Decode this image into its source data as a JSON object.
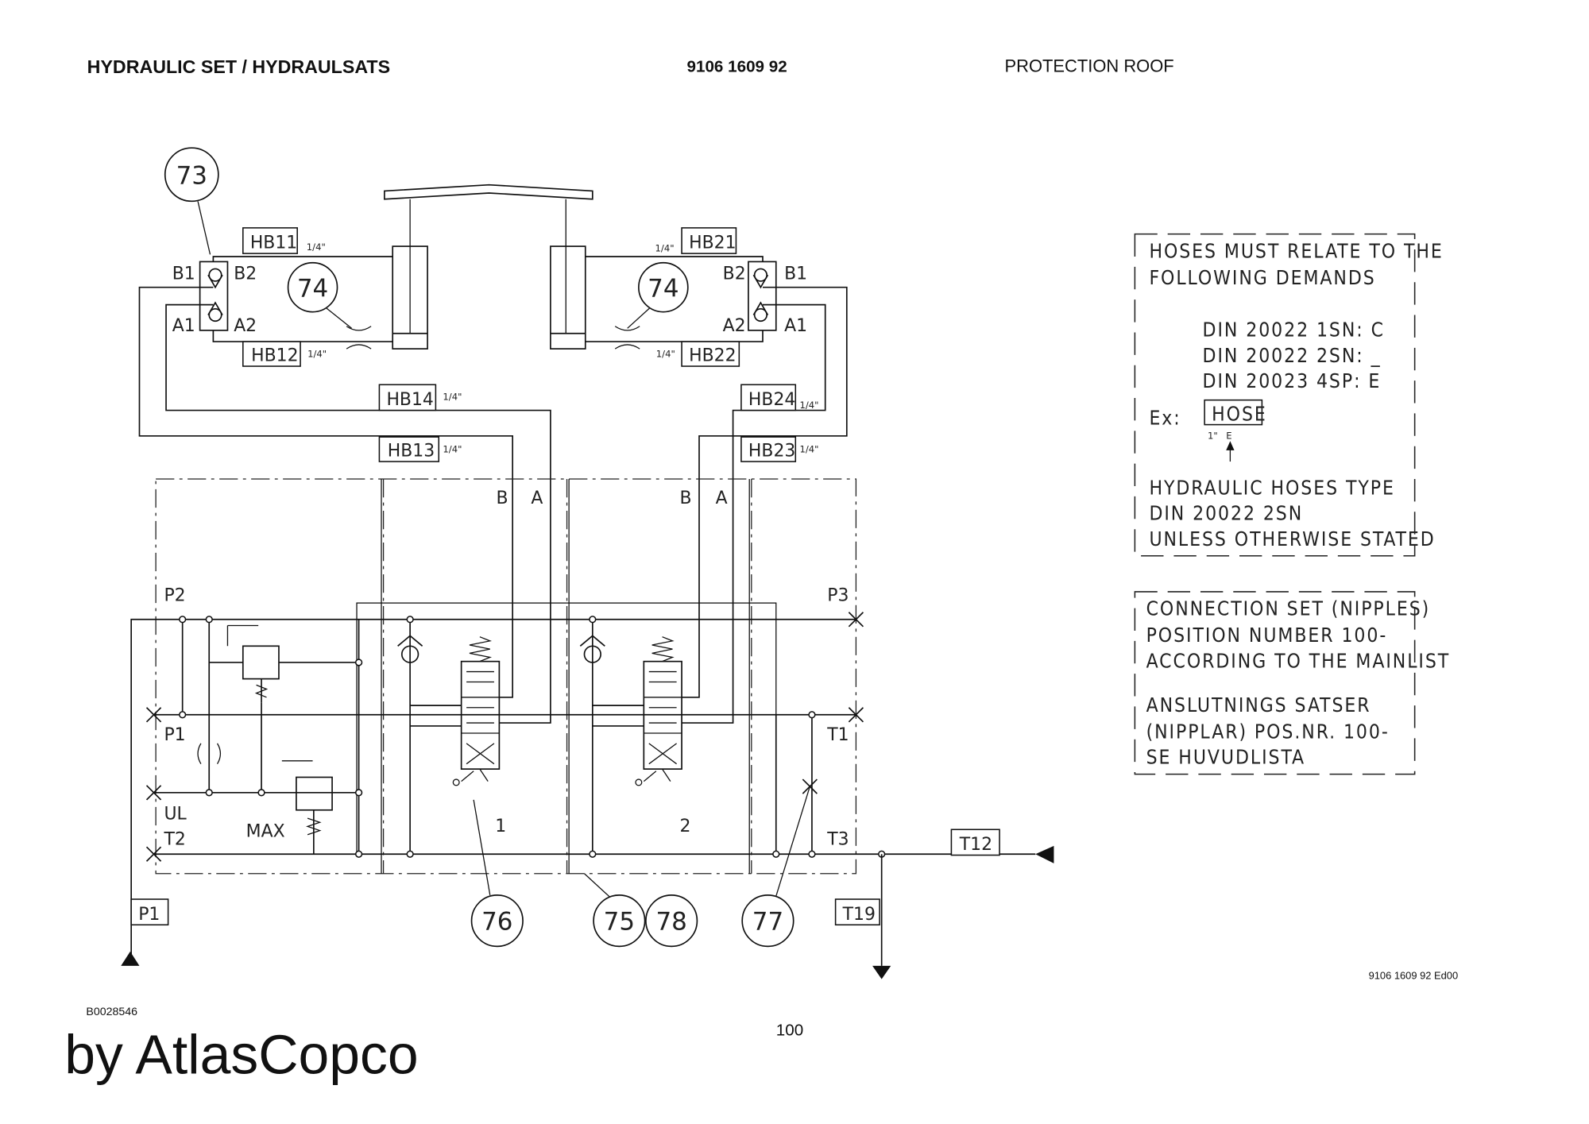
{
  "header": {
    "title": "HYDRAULIC SET / HYDRAULSATS",
    "part_number": "9106 1609 92",
    "subtitle": "PROTECTION ROOF"
  },
  "balloons": {
    "b73": "73",
    "b74a": "74",
    "b74b": "74",
    "b76": "76",
    "b75": "75",
    "b78": "78",
    "b77": "77"
  },
  "hoses": {
    "hb11": "HB11",
    "hb12": "HB12",
    "hb13": "HB13",
    "hb14": "HB14",
    "hb21": "HB21",
    "hb22": "HB22",
    "hb23": "HB23",
    "hb24": "HB24",
    "size": "1/4\""
  },
  "ports": {
    "b1": "B1",
    "b2": "B2",
    "a1": "A1",
    "a2": "A2",
    "b": "B",
    "a": "A",
    "p1": "P1",
    "p2": "P2",
    "p3": "P3",
    "t1": "T1",
    "t2": "T2",
    "t3": "T3",
    "ul": "UL",
    "max": "MAX",
    "sec1": "1",
    "sec2": "2",
    "t12": "T12",
    "t19": "T19",
    "p1box": "P1"
  },
  "note1": {
    "lines": [
      "HOSES MUST RELATE TO THE",
      "FOLLOWING DEMANDS"
    ],
    "din": [
      "DIN 20022 1SN: C",
      "DIN 20022 2SN: _",
      "DIN 20023 4SP: E"
    ],
    "ex_label": "Ex:",
    "ex_hose": "HOSE",
    "ex_size": "1\"",
    "ex_code": "E",
    "footer": [
      "HYDRAULIC HOSES TYPE",
      "DIN 20022 2SN",
      "UNLESS OTHERWISE STATED"
    ]
  },
  "note2": {
    "lines": [
      "CONNECTION SET (NIPPLES)",
      "POSITION NUMBER 100-",
      "ACCORDING TO THE MAINLIST"
    ],
    "lines_se": [
      "ANSLUTNINGS SATSER",
      "(NIPPLAR) POS.NR. 100-",
      "SE HUVUDLISTA"
    ]
  },
  "footer": {
    "edition": "9106 1609 92 Ed00",
    "drawing_no": "B0028546",
    "page": "100",
    "brand": "by AtlasCopco"
  }
}
